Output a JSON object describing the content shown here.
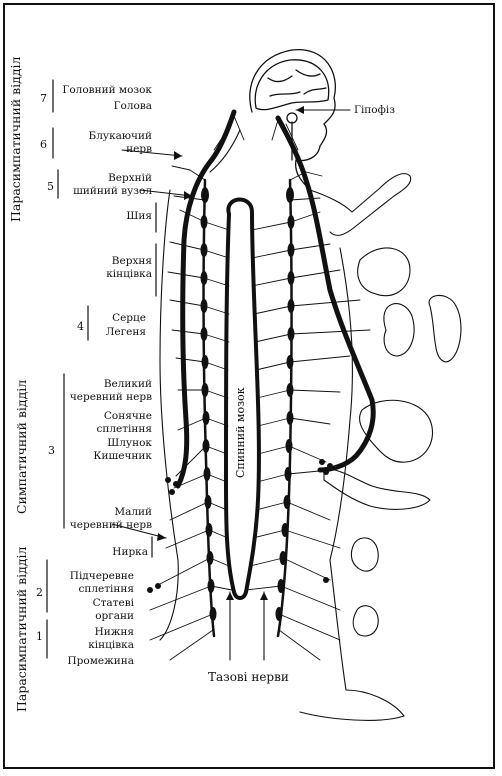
{
  "sections": {
    "parasympathetic_top": "Парасимпатичний відділ",
    "sympathetic": "Симпатичний відділ",
    "parasympathetic_bottom": "Парасимпатичний відділ"
  },
  "numbers": [
    "7",
    "6",
    "5",
    "4",
    "3",
    "2",
    "1"
  ],
  "labels": {
    "brain": "Головний мозок",
    "head": "Голова",
    "vagus1": "Блукаючий",
    "vagus2": "нерв",
    "cervical1": "Верхній",
    "cervical2": "шийний вузол",
    "neck": "Шия",
    "upperlimb1": "Верхня",
    "upperlimb2": "кінцівка",
    "heart": "Серце",
    "lungs": "Легеня",
    "greater1": "Великий",
    "greater2": "черевний нерв",
    "solar1": "Сонячне",
    "solar2": "сплетіння",
    "stomach": "Шлунок",
    "intestine": "Кишечник",
    "lesser1": "Малий",
    "lesser2": "черевний нерв",
    "kidney": "Нирка",
    "hypogastric1": "Підчеревне",
    "hypogastric2": "сплетіння",
    "genital1": "Статеві",
    "genital2": "органи",
    "lowerlimb1": "Нижня",
    "lowerlimb2": "кінцівка",
    "perineum": "Промежина",
    "pituitary": "Гіпофіз",
    "spinal_cord": "Спинний мозок",
    "pelvic_nerves": "Тазові нерви"
  }
}
